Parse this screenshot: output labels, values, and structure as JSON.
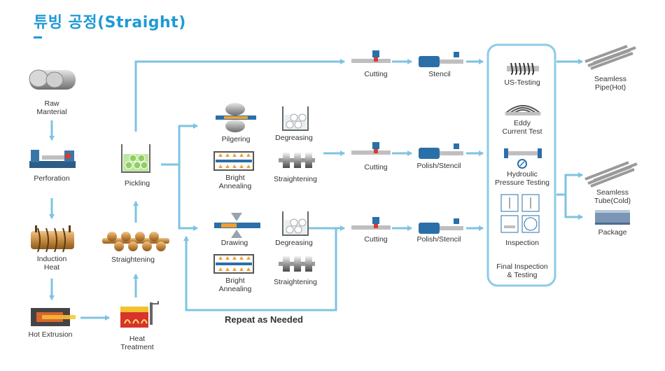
{
  "title": "튜빙 공정(Straight)",
  "colors": {
    "accent": "#1f9ad6",
    "arrow": "#7ec3e3",
    "box": "#8ccbe8"
  },
  "steps": {
    "raw_material": "Raw\nManterial",
    "perforation": "Perforation",
    "induction_heat": "Induction\nHeat",
    "hot_extrusion": "Hot Extrusion",
    "heat_treatment": "Heat\nTreatment",
    "straightening_left": "Straightening",
    "pickling": "Pickling",
    "pilgering": "Pilgering",
    "degreasing_1": "Degreasing",
    "bright_annealing_1": "Bright\nAnnealing",
    "straightening_1": "Straightening",
    "drawing": "Drawing",
    "degreasing_2": "Degreasing",
    "bright_annealing_2": "Bright\nAnnealing",
    "straightening_2": "Straightening",
    "repeat": "Repeat as Needed",
    "cutting_1": "Cutting",
    "stencil_1": "Stencil",
    "cutting_2": "Cutting",
    "polish_stencil_2": "Polish/Stencil",
    "cutting_3": "Cutting",
    "polish_stencil_3": "Polish/Stencil",
    "us_testing": "US-Testing",
    "eddy_current": "Eddy\nCurrent Test",
    "hydroulic": "Hydroulic\nPressure Testing",
    "inspection": "Inspection",
    "final_inspection": "Final Inspection\n& Testing",
    "seamless_pipe_hot": "Seamless Pipe(Hot)",
    "seamless_tube_cold": "Seamless Tube(Cold)",
    "package": "Package"
  }
}
